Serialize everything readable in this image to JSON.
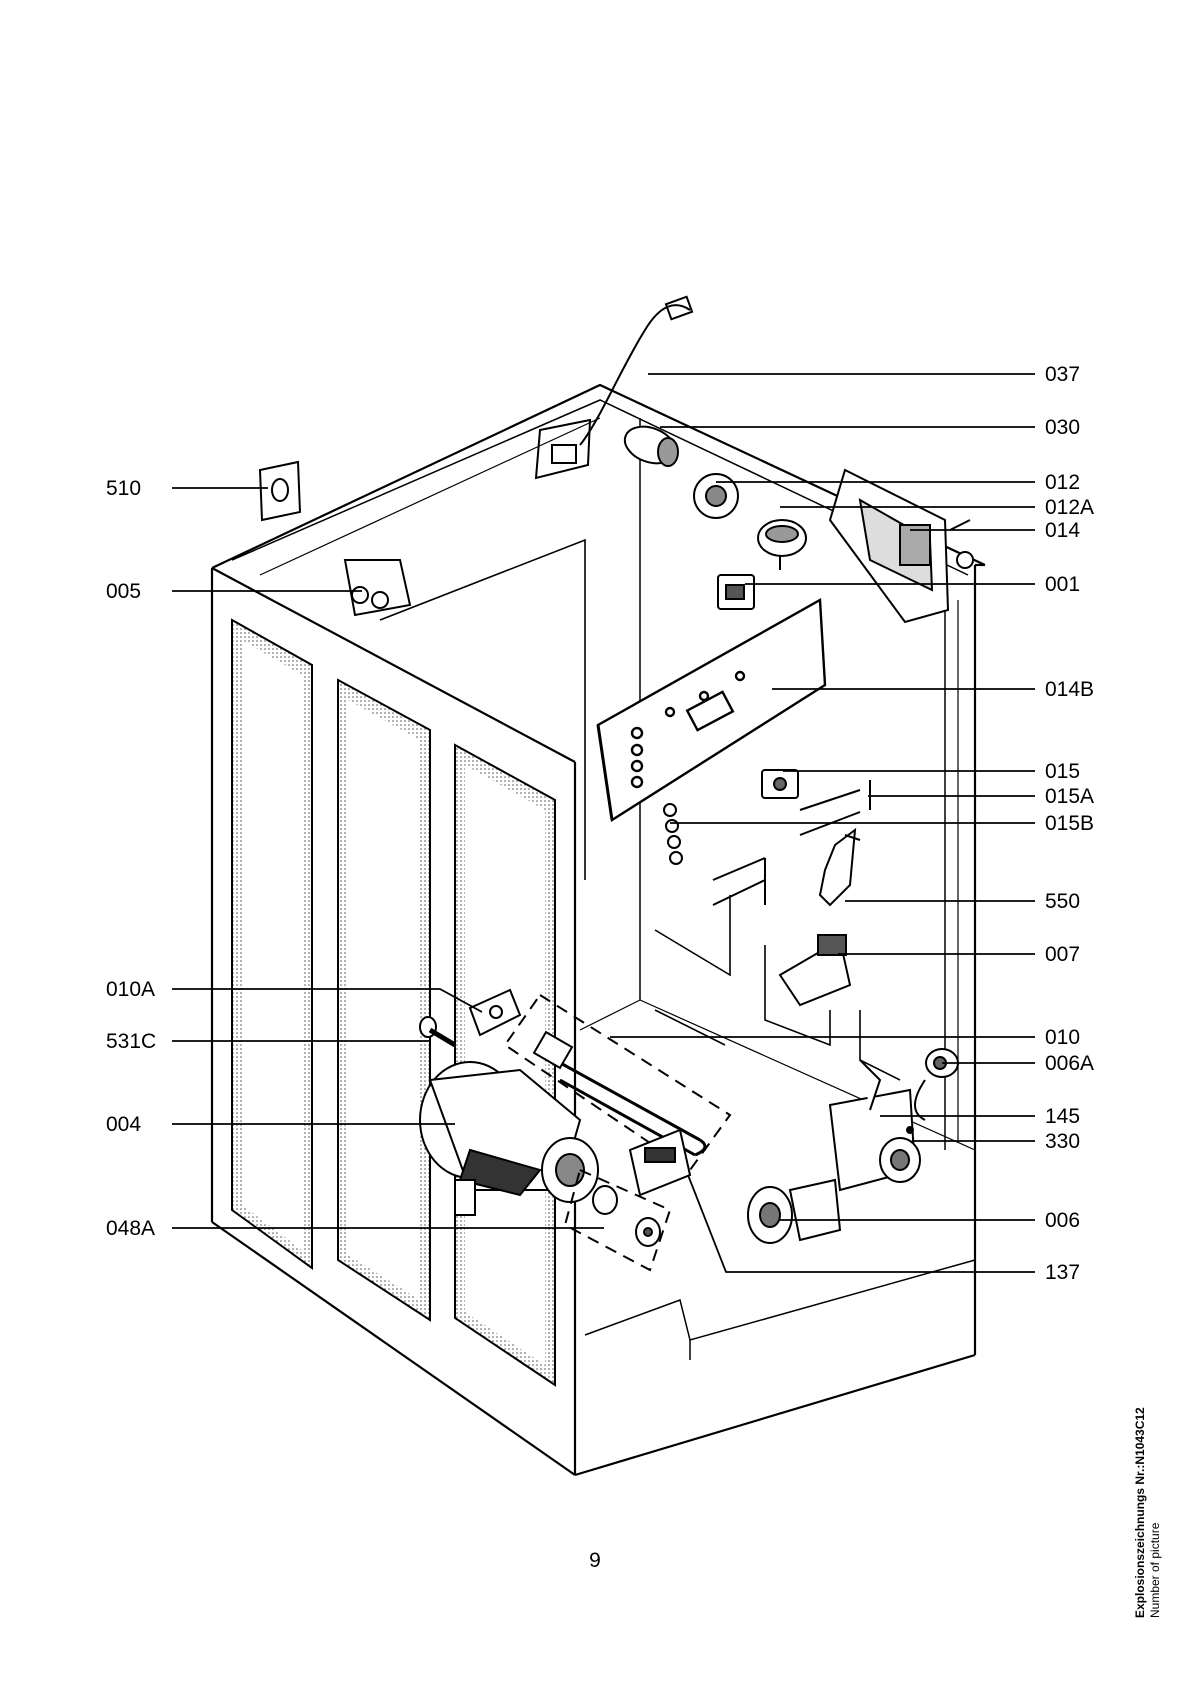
{
  "labels_left": [
    {
      "id": "510",
      "text": "510"
    },
    {
      "id": "005",
      "text": "005"
    },
    {
      "id": "010A",
      "text": "010A"
    },
    {
      "id": "531C",
      "text": "531C"
    },
    {
      "id": "004",
      "text": "004"
    },
    {
      "id": "048A",
      "text": "048A"
    }
  ],
  "labels_right": [
    {
      "id": "037",
      "text": "037"
    },
    {
      "id": "030",
      "text": "030"
    },
    {
      "id": "012",
      "text": "012"
    },
    {
      "id": "012A",
      "text": "012A"
    },
    {
      "id": "014",
      "text": "014"
    },
    {
      "id": "001",
      "text": "001"
    },
    {
      "id": "014B",
      "text": "014B"
    },
    {
      "id": "015",
      "text": "015"
    },
    {
      "id": "015A",
      "text": "015A"
    },
    {
      "id": "015B",
      "text": "015B"
    },
    {
      "id": "550",
      "text": "550"
    },
    {
      "id": "007",
      "text": "007"
    },
    {
      "id": "010",
      "text": "010"
    },
    {
      "id": "006A",
      "text": "006A"
    },
    {
      "id": "145",
      "text": "145"
    },
    {
      "id": "330",
      "text": "330"
    },
    {
      "id": "006",
      "text": "006"
    },
    {
      "id": "137",
      "text": "137"
    }
  ],
  "page_number": "9",
  "caption": {
    "line1": "Explosionszeichnungs  Nr.:N1043C12",
    "line2": "Number of picture"
  }
}
